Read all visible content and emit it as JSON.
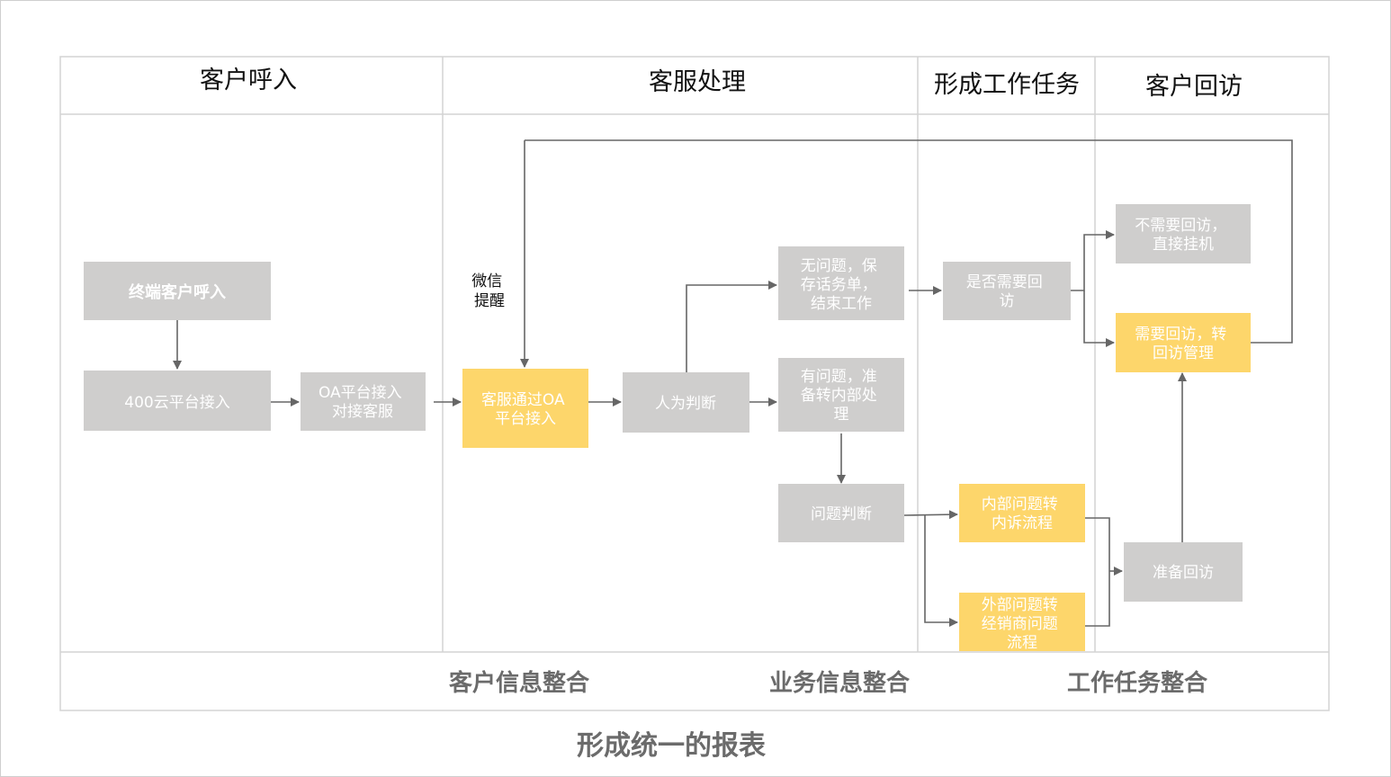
{
  "lanes": [
    "客户呼入",
    "客服处理",
    "形成工作任务",
    "客户回访"
  ],
  "footer": [
    "客户信息整合",
    "业务信息整合",
    "工作任务整合"
  ],
  "bottom_title": "形成统一的报表",
  "note": [
    "微信",
    "提醒"
  ],
  "colors": {
    "gray_box": "#cfcecd",
    "yellow_box": "#fdd66b",
    "line": "#666666",
    "grid": "#d4d4d4"
  },
  "nodes": {
    "terminal_call": [
      "终端客户呼入"
    ],
    "cloud_400": [
      "400云平台接入"
    ],
    "oa_platform": [
      "OA平台接入",
      "对接客服"
    ],
    "cs_oa": [
      "客服通过OA",
      "平台接入"
    ],
    "manual_judge": [
      "人为判断"
    ],
    "no_problem": [
      "无问题，保",
      "存话务单，",
      "结束工作"
    ],
    "has_problem": [
      "有问题，准",
      "备转内部处",
      "理"
    ],
    "problem_judge": [
      "问题判断"
    ],
    "need_visit_q": [
      "是否需要回",
      "访"
    ],
    "no_visit": [
      "不需要回访，",
      "直接挂机"
    ],
    "need_visit": [
      "需要回访，转",
      "回访管理"
    ],
    "internal_flow": [
      "内部问题转",
      "内诉流程"
    ],
    "external_flow": [
      "外部问题转",
      "经销商问题",
      "流程"
    ],
    "prepare_visit": [
      "准备回访"
    ]
  }
}
